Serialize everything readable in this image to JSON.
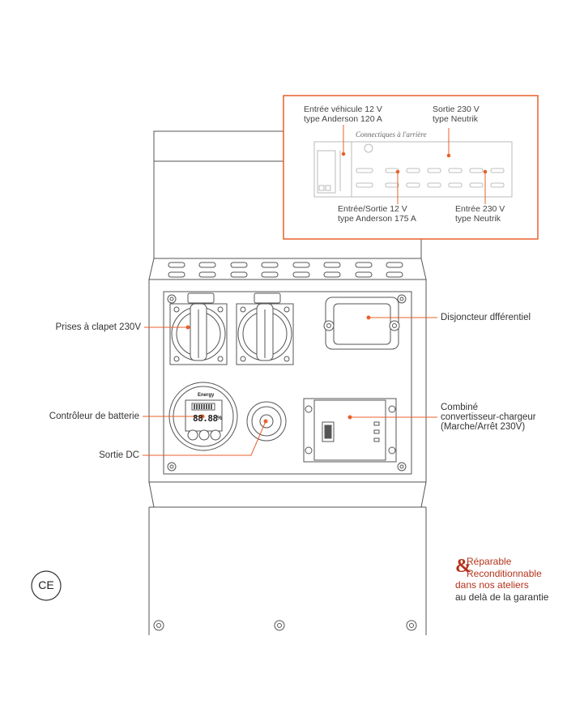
{
  "labels": {
    "prises": "Prises à clapet 230V",
    "controleur": "Contrôleur de batterie",
    "sortie_dc": "Sortie DC",
    "disjoncteur": "Disjoncteur dfférentiel",
    "combine_line1": "Combiné",
    "combine_line2": "convertisseur-chargeur",
    "combine_line3": "(Marche/Arrêt 230V)"
  },
  "inset": {
    "caption": "Connectiques à l'arrière",
    "entree_vehicule_line1": "Entrée véhicule 12 V",
    "entree_vehicule_line2": "type Anderson 120 A",
    "sortie_230_line1": "Sortie 230 V",
    "sortie_230_line2": "type Neutrik",
    "entree_sortie_line1": "Entrée/Sortie 12 V",
    "entree_sortie_line2": "type Anderson 175 A",
    "entree_230_line1": "Entrée 230 V",
    "entree_230_line2": "type Neutrik"
  },
  "display": {
    "reading": "88.88",
    "unit": "%",
    "brand": "Energy"
  },
  "certification": {
    "mark": "CE"
  },
  "badge": {
    "amp": "&",
    "line1": "Réparable",
    "line2": "Reconditionnable",
    "line3": "dans nos ateliers",
    "line4": "au delà de la garantie"
  },
  "colors": {
    "accent": "#e8602c",
    "badge_red": "#b5321b",
    "outline": "#555555"
  }
}
